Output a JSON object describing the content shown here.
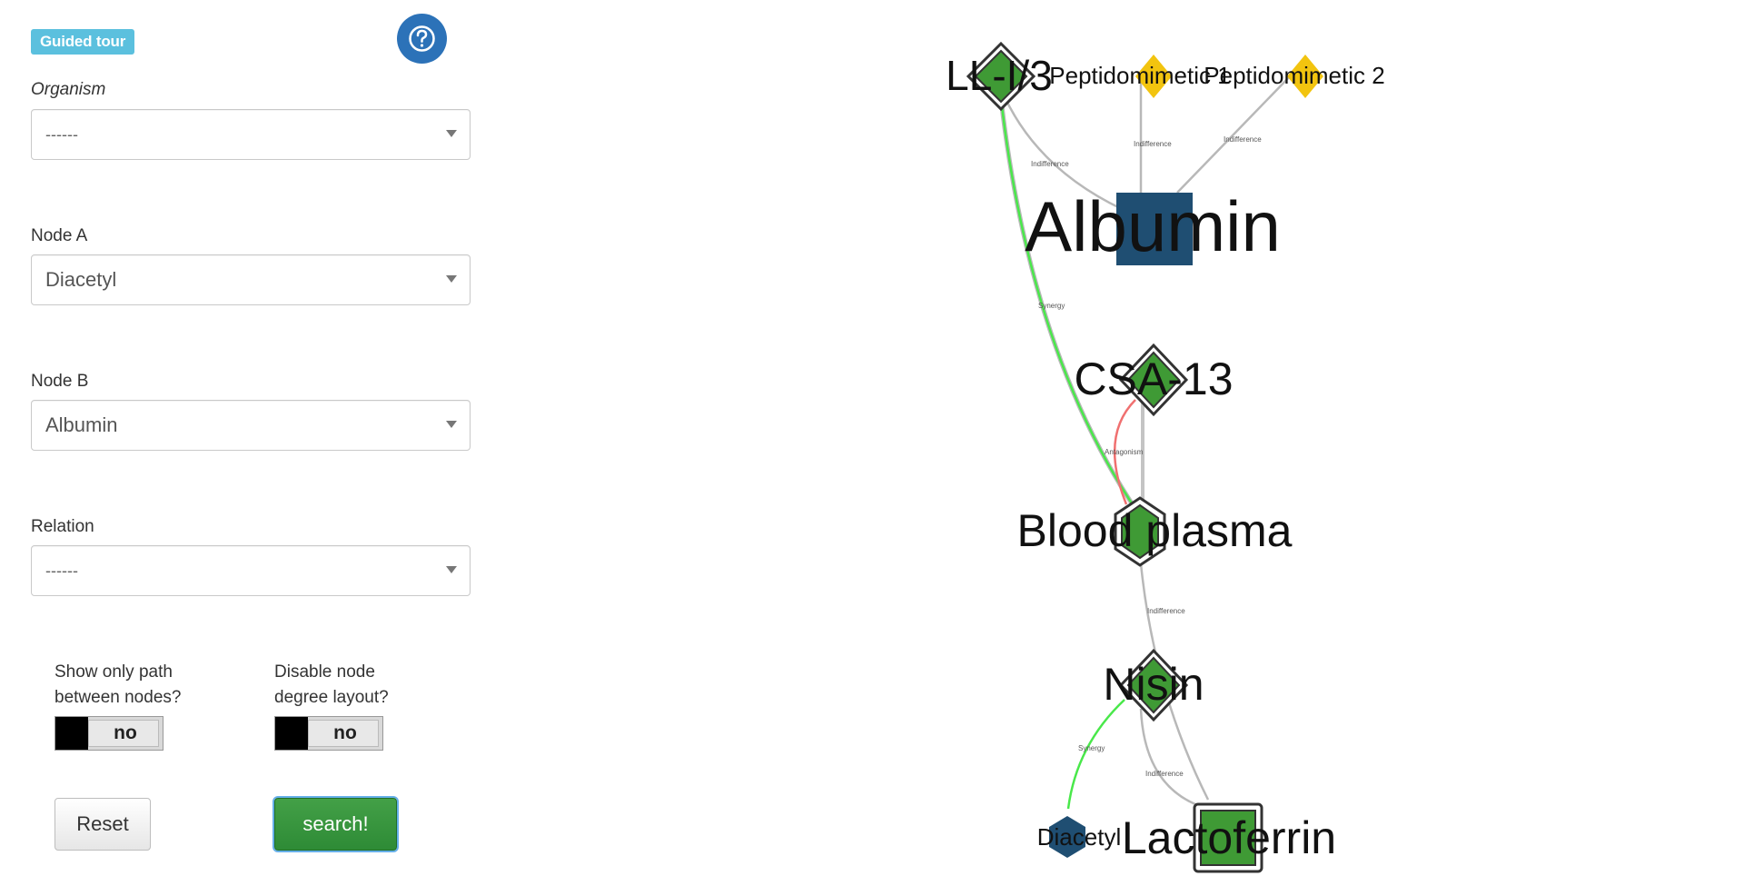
{
  "controls": {
    "guided_tour_label": "Guided tour",
    "organism": {
      "label": "Organism",
      "value": "------"
    },
    "node_a": {
      "label": "Node A",
      "value": "Diacetyl"
    },
    "node_b": {
      "label": "Node B",
      "value": "Albumin"
    },
    "relation": {
      "label": "Relation",
      "value": "------"
    },
    "show_path": {
      "label_line1": "Show only path",
      "label_line2": "between nodes?",
      "state": "no"
    },
    "disable_layout": {
      "label_line1": "Disable node",
      "label_line2": "degree layout?",
      "state": "no"
    },
    "reset_label": "Reset",
    "search_label": "search!"
  },
  "graph": {
    "nodes": [
      {
        "id": "ll-i3",
        "label": "LL-I/3"
      },
      {
        "id": "pep1",
        "label": "Peptidomimetic 1"
      },
      {
        "id": "pep2",
        "label": "Peptidomimetic 2"
      },
      {
        "id": "albumin",
        "label": "Albumin"
      },
      {
        "id": "csa13",
        "label": "CSA-13"
      },
      {
        "id": "plasma",
        "label": "Blood plasma"
      },
      {
        "id": "nisin",
        "label": "Nisin"
      },
      {
        "id": "diacetyl",
        "label": "Diacetyl"
      },
      {
        "id": "lactoferrin",
        "label": "Lactoferrin"
      }
    ],
    "edges": [
      {
        "id": "e-ll-alb",
        "label": "Indifference"
      },
      {
        "id": "e-pep1-alb",
        "label": "Indifference"
      },
      {
        "id": "e-pep2-alb",
        "label": "Indifference"
      },
      {
        "id": "e-ll-plasma",
        "label": "Synergy"
      },
      {
        "id": "e-csa-plasma",
        "label": "Antagonism"
      },
      {
        "id": "e-plasma-lacto",
        "label": "Indifference"
      },
      {
        "id": "e-nisin-lacto",
        "label": "Indifference"
      },
      {
        "id": "e-nisin-diacetyl",
        "label": "Synergy"
      }
    ],
    "colors": {
      "green_node": "#3f9a35",
      "yellow_node": "#f2c40f",
      "navy_node": "#1f4e72",
      "indifference_edge": "#b8b8b8",
      "synergy_edge": "#49e84a",
      "antagonism_edge": "#f07070"
    }
  }
}
